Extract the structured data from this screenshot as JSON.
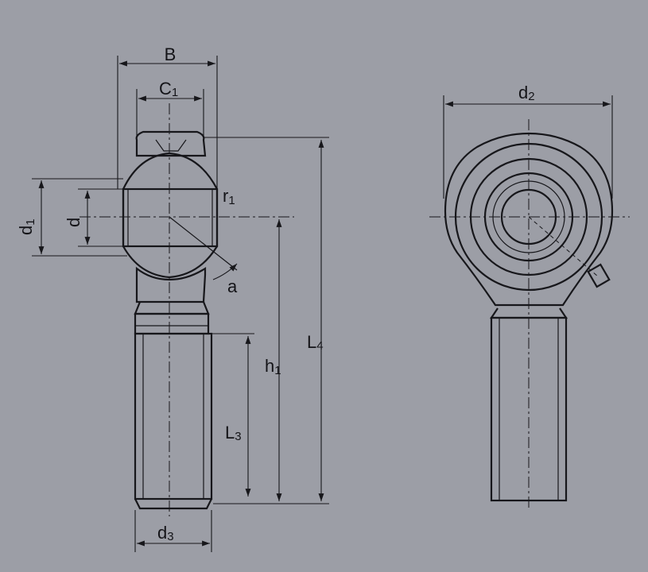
{
  "colors": {
    "paper": "#9c9ea6",
    "ink": "#17171b"
  },
  "side_view_labels": {
    "B": "B",
    "C1_main": "C",
    "C1_sub": "1",
    "d1_main": "d",
    "d1_sub": "1",
    "d": "d",
    "r1_main": "r",
    "r1_sub": "1",
    "a": "a",
    "L4_main": "L",
    "L4_sub": "4",
    "h1_main": "h",
    "h1_sub": "1",
    "L3_main": "L",
    "L3_sub": "3",
    "d3_main": "d",
    "d3_sub": "3"
  },
  "front_view_labels": {
    "d2_main": "d",
    "d2_sub": "2"
  }
}
